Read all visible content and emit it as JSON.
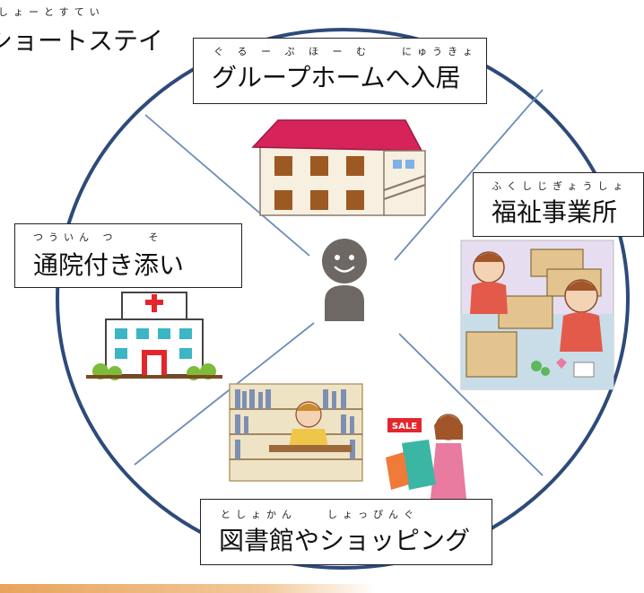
{
  "diagram": {
    "labels": {
      "short_stay": {
        "ruby": "しょーとすてい",
        "text": "ショートステイ"
      },
      "group_home": {
        "ruby": "ぐ る ー ぷ ほ ー む　　にゅうきょ",
        "text": "グループホームへ入居"
      },
      "welfare": {
        "ruby": "ふくしじぎょうしょ",
        "text": "福祉事業所"
      },
      "hospital": {
        "ruby": "つういん つ　　そ",
        "text": "通院付き添い"
      },
      "library_shopping": {
        "ruby": "としょかん　　しょっぴんぐ",
        "text": "図書館やショッピング"
      }
    },
    "sale_sign": "SALE",
    "colors": {
      "circle": "#2d4a7a",
      "spokes": "#6b8cb8",
      "person": "#6e6864",
      "house_roof": "#d6245b",
      "hospital_cross": "#e3262d"
    }
  }
}
